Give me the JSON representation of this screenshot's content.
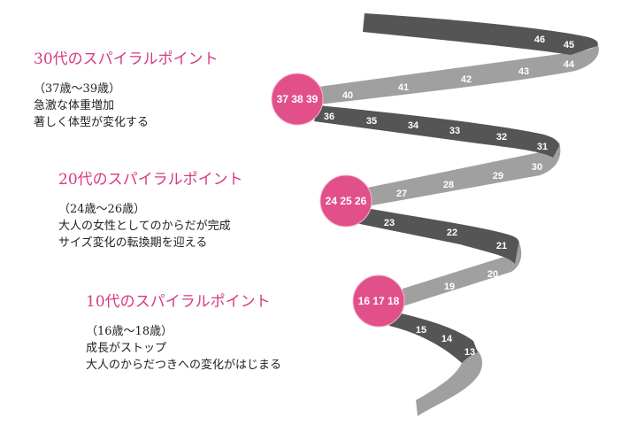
{
  "sections": [
    {
      "title": "30代のスパイラルポイント",
      "lines": [
        "（37歳〜39歳）",
        "急激な体重増加",
        "著しく体型が変化する"
      ]
    },
    {
      "title": "20代のスパイラルポイント",
      "lines": [
        "（24歳〜26歳）",
        "大人の女性としてのからだが完成",
        "サイズ変化の転換期を迎える"
      ]
    },
    {
      "title": "10代のスパイラルポイント",
      "lines": [
        "（16歳〜18歳）",
        "成長がストップ",
        "大人のからだつきへの変化がはじまる"
      ]
    }
  ],
  "circles": [
    "37 38 39",
    "24 25 26",
    "16 17 18"
  ],
  "ages": [
    "46",
    "45",
    "44",
    "43",
    "42",
    "41",
    "40",
    "36",
    "35",
    "34",
    "33",
    "32",
    "31",
    "30",
    "29",
    "28",
    "27",
    "23",
    "22",
    "21",
    "20",
    "19",
    "15",
    "14",
    "13"
  ],
  "colors": {
    "accent": "#e2508a",
    "title": "#d63a82",
    "dark_band": "#555555",
    "light_band": "#a0a0a0"
  }
}
